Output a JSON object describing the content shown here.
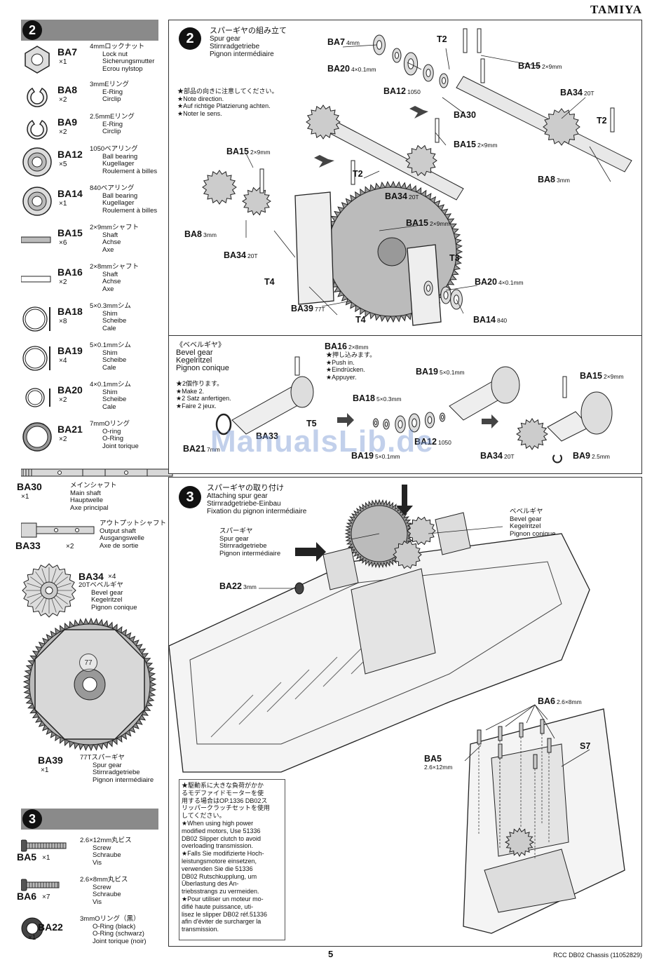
{
  "brand": "TAMIYA",
  "page_number": "5",
  "footer": "RCC DB02 Chassis (11052829)",
  "watermark": "ManualsLib.de",
  "left_column": {
    "step2_num": "2",
    "step3_num": "3",
    "parts_step2": [
      {
        "code": "BA7",
        "qty": "×1",
        "desc": [
          "4mmロックナット",
          "Lock nut",
          "Sicherungsmutter",
          "Ecrou nylstop"
        ],
        "icon": "locknut-icon"
      },
      {
        "code": "BA8",
        "qty": "×2",
        "desc": [
          "3mmEリング",
          "E-Ring",
          "Circlip"
        ],
        "icon": "e-ring-icon"
      },
      {
        "code": "BA9",
        "qty": "×2",
        "desc": [
          "2.5mmEリング",
          "E-Ring",
          "Circlip"
        ],
        "icon": "e-ring-icon"
      },
      {
        "code": "BA12",
        "qty": "×5",
        "desc": [
          "1050ベアリング",
          "Ball bearing",
          "Kugellager",
          "Roulement à billes"
        ],
        "icon": "bearing-icon"
      },
      {
        "code": "BA14",
        "qty": "×1",
        "desc": [
          "840ベアリング",
          "Ball bearing",
          "Kugellager",
          "Roulement à billes"
        ],
        "icon": "bearing-icon"
      },
      {
        "code": "BA15",
        "qty": "×6",
        "desc": [
          "2×9mmシャフト",
          "Shaft",
          "Achse",
          "Axe"
        ],
        "icon": "shaft-icon"
      },
      {
        "code": "BA16",
        "qty": "×2",
        "desc": [
          "2×8mmシャフト",
          "Shaft",
          "Achse",
          "Axe"
        ],
        "icon": "shaft-icon"
      },
      {
        "code": "BA18",
        "qty": "×8",
        "desc": [
          "5×0.3mmシム",
          "Shim",
          "Scheibe",
          "Cale"
        ],
        "icon": "shim-icon"
      },
      {
        "code": "BA19",
        "qty": "×4",
        "desc": [
          "5×0.1mmシム",
          "Shim",
          "Scheibe",
          "Cale"
        ],
        "icon": "shim-icon"
      },
      {
        "code": "BA20",
        "qty": "×2",
        "desc": [
          "4×0.1mmシム",
          "Shim",
          "Scheibe",
          "Cale"
        ],
        "icon": "shim-icon"
      },
      {
        "code": "BA21",
        "qty": "×2",
        "desc": [
          "7mmOリング",
          "O-ring",
          "O-Ring",
          "Joint torique"
        ],
        "icon": "o-ring-icon"
      }
    ],
    "ba30": {
      "code": "BA30",
      "qty": "×1",
      "desc": [
        "メインシャフト",
        "Main shaft",
        "Hauptwelle",
        "Axe principal"
      ]
    },
    "ba33": {
      "code": "BA33",
      "qty": "×2",
      "desc": [
        "アウトプットシャフト",
        "Output shaft",
        "Ausgangswelle",
        "Axe de sortie"
      ]
    },
    "ba34": {
      "code": "BA34",
      "qty": "×4",
      "desc": [
        "20Tベベルギヤ",
        "Bevel gear",
        "Kegelritzel",
        "Pignon conique"
      ]
    },
    "ba39": {
      "code": "BA39",
      "qty": "×1",
      "desc": [
        "77Tスパーギヤ",
        "Spur gear",
        "Stirnradgetriebe",
        "Pignon intermédiaire"
      ],
      "teeth": "77"
    },
    "parts_step3": [
      {
        "code": "BA5",
        "qty": "×1",
        "desc": [
          "2.6×12mm丸ビス",
          "Screw",
          "Schraube",
          "Vis"
        ]
      },
      {
        "code": "BA6",
        "qty": "×7",
        "desc": [
          "2.6×8mm丸ビス",
          "Screw",
          "Schraube",
          "Vis"
        ]
      },
      {
        "code": "BA22",
        "qty": "×1",
        "desc": [
          "3mmOリング（黒）",
          "O-Ring (black)",
          "O-Ring (schwarz)",
          "Joint torique (noir)"
        ]
      }
    ]
  },
  "panel_top": {
    "num": "2",
    "title": [
      "スパーギヤの組み立て",
      "Spur gear",
      "Stirnradgetriebe",
      "Pignon intermédiaire"
    ],
    "note": [
      "★部品の向きに注意してください。",
      "★Note direction.",
      "★Auf richtige Platzierung achten.",
      "★Noter le sens."
    ],
    "labels": [
      {
        "t": "BA7",
        "s": "4mm"
      },
      {
        "t": "T2",
        "s": ""
      },
      {
        "t": "BA20",
        "s": "4×0.1mm"
      },
      {
        "t": "BA15",
        "s": "2×9mm"
      },
      {
        "t": "BA12",
        "s": "1050"
      },
      {
        "t": "BA34",
        "s": "20T"
      },
      {
        "t": "BA30",
        "s": ""
      },
      {
        "t": "T2",
        "s": ""
      },
      {
        "t": "BA15",
        "s": "2×9mm"
      },
      {
        "t": "BA15",
        "s": "2×9mm"
      },
      {
        "t": "T2",
        "s": ""
      },
      {
        "t": "BA8",
        "s": "3mm"
      },
      {
        "t": "BA34",
        "s": "20T"
      },
      {
        "t": "BA15",
        "s": "2×9mm"
      },
      {
        "t": "BA8",
        "s": "3mm"
      },
      {
        "t": "BA34",
        "s": "20T"
      },
      {
        "t": "T3",
        "s": ""
      },
      {
        "t": "T4",
        "s": ""
      },
      {
        "t": "BA20",
        "s": "4×0.1mm"
      },
      {
        "t": "BA39",
        "s": "77T"
      },
      {
        "t": "T4",
        "s": ""
      },
      {
        "t": "BA14",
        "s": "840"
      }
    ]
  },
  "panel_mid": {
    "title": [
      "《ベベルギヤ》",
      "Bevel gear",
      "Kegelritzel",
      "Pignon conique"
    ],
    "note": [
      "★2個作ります。",
      "★Make 2.",
      "★2 Satz anfertigen.",
      "★Faire 2 jeux."
    ],
    "push_note": [
      "★押し込みます。",
      "★Push in.",
      "★Eindrücken.",
      "★Appuyer."
    ],
    "labels": [
      {
        "t": "BA16",
        "s": "2×8mm"
      },
      {
        "t": "BA19",
        "s": "5×0.1mm"
      },
      {
        "t": "BA15",
        "s": "2×9mm"
      },
      {
        "t": "BA18",
        "s": "5×0.3mm"
      },
      {
        "t": "T5",
        "s": ""
      },
      {
        "t": "BA33",
        "s": ""
      },
      {
        "t": "BA12",
        "s": "1050"
      },
      {
        "t": "BA21",
        "s": "7mm"
      },
      {
        "t": "BA19",
        "s": "5×0.1mm"
      },
      {
        "t": "BA34",
        "s": "20T"
      },
      {
        "t": "BA9",
        "s": "2.5mm"
      }
    ]
  },
  "panel_bottom": {
    "num": "3",
    "title": [
      "スパーギヤの取り付け",
      "Attaching spur gear",
      "Stirnradgetriebe-Einbau",
      "Fixation du pignon intermédiaire"
    ],
    "spur_label": [
      "スパーギヤ",
      "Spur gear",
      "Stirnradgetriebe",
      "Pignon intermédiaire"
    ],
    "bevel_label": [
      "ベベルギヤ",
      "Bevel gear",
      "Kegelritzel",
      "Pignon conique"
    ],
    "labels": [
      {
        "t": "BA22",
        "s": "3mm"
      },
      {
        "t": "BA6",
        "s": "2.6×8mm"
      },
      {
        "t": "S7",
        "s": ""
      },
      {
        "t": "BA5",
        "s": ""
      }
    ],
    "ba5_size": "2.6×12mm",
    "warning": [
      "★駆動系に大きな負荷がかか",
      "るモデファイドモーターを使",
      "用する場合はOP.1336 DB02ス",
      "リッパークラッチセットを使用",
      "してください。",
      "★When using high power",
      "modified motors, Use 51336",
      "DB02 Slipper clutch to avoid",
      "overloading transmission.",
      "★Falls Sie modifizierte Hoch-",
      "leistungsmotore einsetzen,",
      "verwenden Sie die 51336",
      "DB02 Rutschkupplung, um",
      "Überlastung des An-",
      "triebsstrangs zu vermeiden.",
      "★Pour utiliser un moteur mo-",
      "difié haute puissance, uti-",
      "lisez le slipper DB02 réf.51336",
      "afin d'éviter de surcharger la",
      "transmission."
    ]
  }
}
